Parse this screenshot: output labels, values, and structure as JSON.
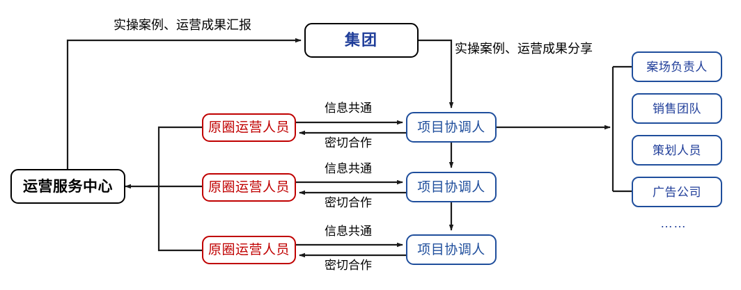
{
  "diagram": {
    "title_nodes": {
      "group": "集团",
      "service_center": "运营服务中心"
    },
    "ops_staff": [
      {
        "label": "原圈运营人员"
      },
      {
        "label": "原圈运营人员"
      },
      {
        "label": "原圈运营人员"
      }
    ],
    "coordinators": [
      {
        "label": "项目协调人"
      },
      {
        "label": "项目协调人"
      },
      {
        "label": "项目协调人"
      }
    ],
    "leaf_nodes": [
      {
        "label": "案场负责人"
      },
      {
        "label": "销售团队"
      },
      {
        "label": "策划人员"
      },
      {
        "label": "广告公司"
      }
    ],
    "ellipsis": "……",
    "edge_labels": {
      "report_up": "实操案例、运营成果汇报",
      "share_down": "实操案例、运营成果分享",
      "info_share_1": "信息共通",
      "close_coop_1": "密切合作",
      "info_share_2": "信息共通",
      "close_coop_2": "密切合作",
      "info_share_3": "信息共通",
      "close_coop_3": "密切合作"
    },
    "colors": {
      "black": "#000000",
      "red": "#C00000",
      "blue": "#1F4E9C",
      "deep_blue": "#1F3D99",
      "background": "#FFFFFF"
    }
  }
}
